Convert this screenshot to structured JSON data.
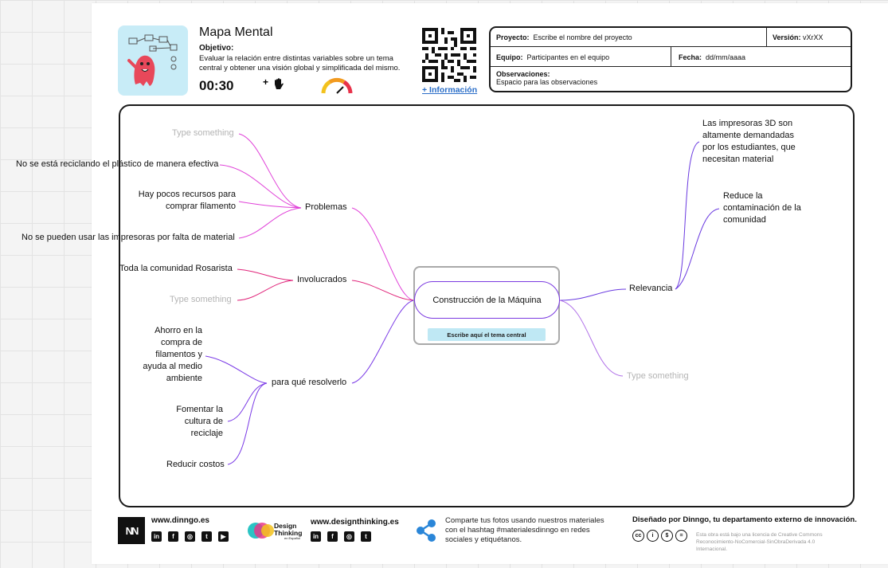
{
  "header": {
    "title": "Mapa Mental",
    "objective_label": "Objetivo:",
    "objective_text": "Evaluar la relación entre distintas variables sobre un tema central y obtener una visión global y simplificada del mismo.",
    "timer": "00:30",
    "hand_prefix": "+",
    "more_info": "+ Información"
  },
  "project": {
    "proyecto_label": "Proyecto:",
    "proyecto_value": "Escribe el nombre del proyecto",
    "version_label": "Versión:",
    "version_value": "vXrXX",
    "equipo_label": "Equipo:",
    "equipo_value": "Participantes en el equipo",
    "fecha_label": "Fecha:",
    "fecha_value": "dd/mm/aaaa",
    "observaciones_label": "Observaciones:",
    "observaciones_value": "Espacio para las observaciones"
  },
  "mindmap": {
    "central": "Construcción de la Máquina",
    "central_sub": "Escribe aquí el tema central",
    "branches": {
      "problemas": {
        "label": "Problemas",
        "children": [
          "Type something",
          "No se está reciclando el plástico de manera efectiva",
          "Hay pocos recursos para comprar filamento",
          "No se pueden usar las impresoras por falta de material"
        ]
      },
      "involucrados": {
        "label": "Involucrados",
        "children": [
          "Toda la comunidad Rosarista",
          "Type something"
        ]
      },
      "resolverlo": {
        "label": "para qué resolverlo",
        "children": [
          "Ahorro en la compra de filamentos y ayuda al medio ambiente",
          "Fomentar la cultura de reciclaje",
          "Reducir costos"
        ]
      },
      "relevancia": {
        "label": "Relevancia",
        "children": [
          "Las impresoras 3D son altamente demandadas por los estudiantes, que necesitan material",
          "Reduce la contaminación de la comunidad"
        ]
      },
      "placeholder_right": "Type something"
    },
    "colors": {
      "problemas": "#e040d8",
      "involucrados": "#e0247a",
      "resolverlo": "#7a3ae6",
      "relevancia": "#6a3ae0",
      "placeholder_right": "#b070e8"
    }
  },
  "footer": {
    "logo_text": "NN",
    "site1": "www.dinngo.es",
    "brand2": "Design Thinking",
    "brand2_sub": "en Español",
    "site2": "www.designthinking.es",
    "share_text": "Comparte tus fotos usando nuestros materiales con el hashtag #materialesdinngo en redes sociales y etiquétanos.",
    "designed_by": "Diseñado por Dinngo, tu departamento externo de innovación.",
    "license": "Esta obra está bajo una licencia de Creative Commons Reconocimiento-NoComercial-SinObraDerivada 4.0 Internacional.",
    "social_icons": [
      "linkedin-icon",
      "facebook-icon",
      "instagram-icon",
      "twitter-icon",
      "youtube-icon"
    ]
  }
}
